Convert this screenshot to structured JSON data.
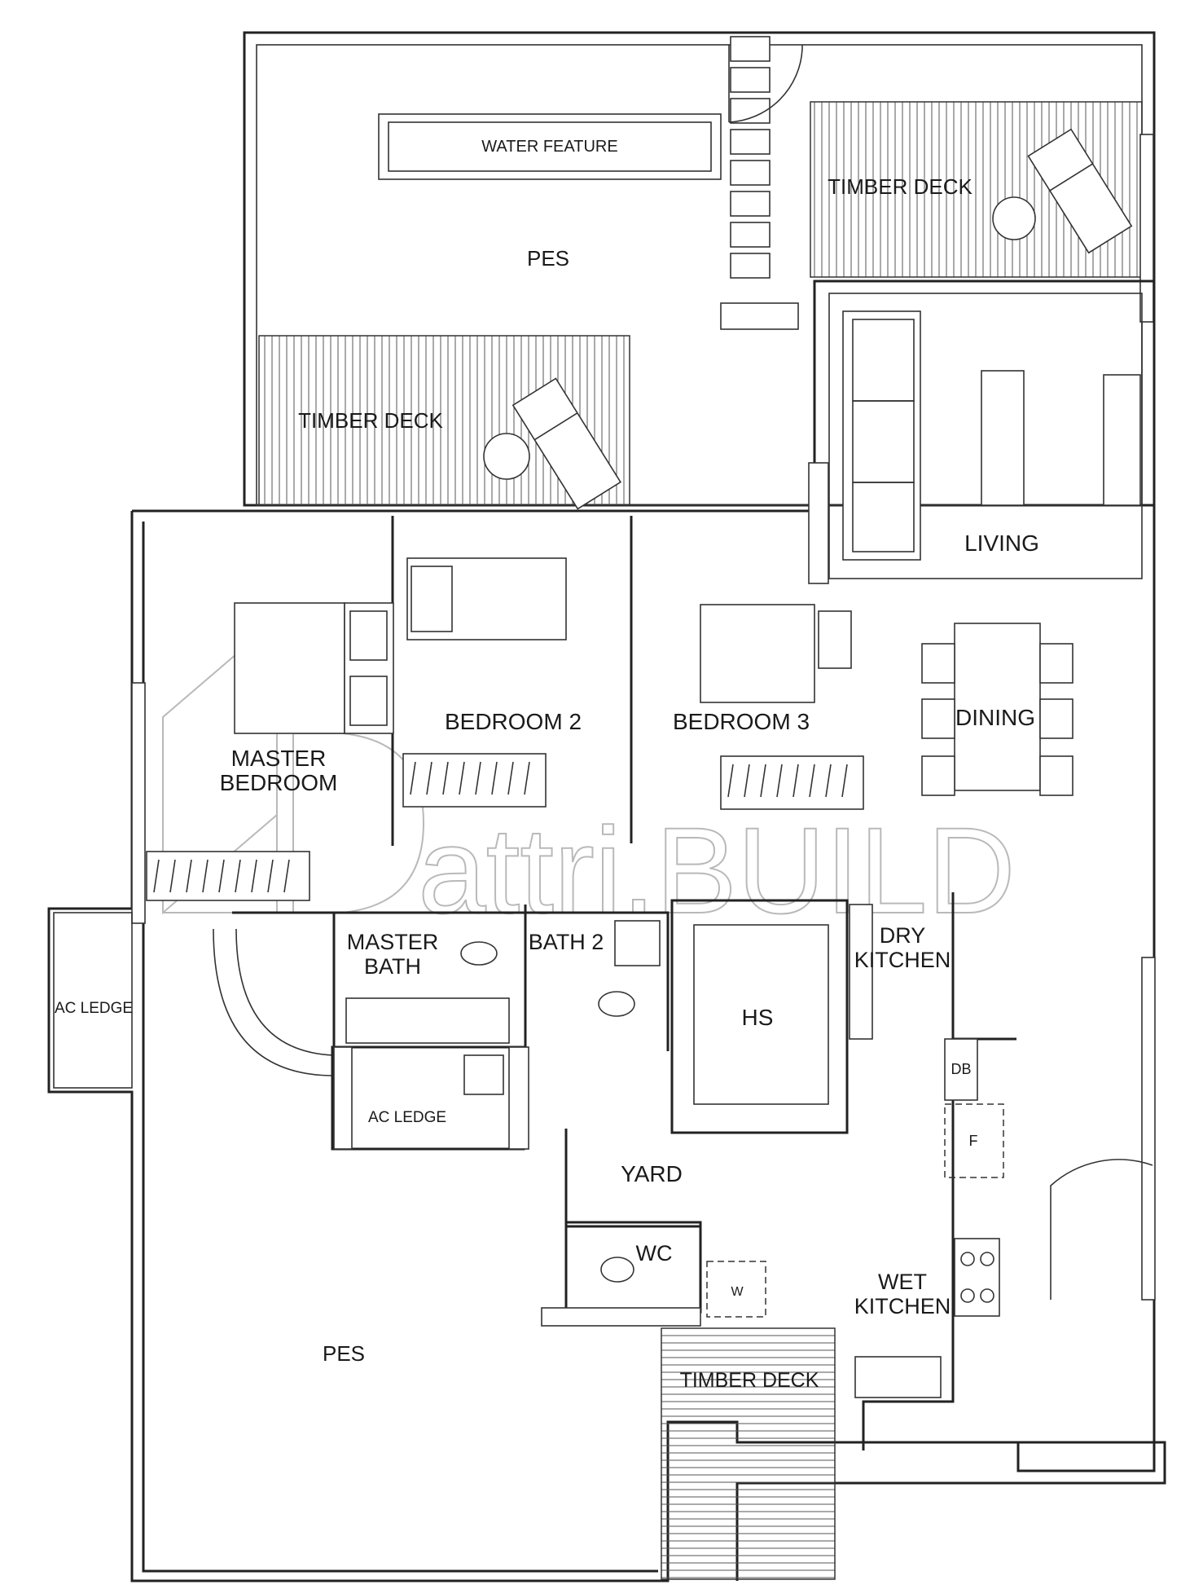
{
  "rooms": {
    "water_feature": "WATER FEATURE",
    "pes_top": "PES",
    "timber_deck_top_right": "TIMBER DECK",
    "timber_deck_top_left": "TIMBER DECK",
    "living": "LIVING",
    "dining": "DINING",
    "bedroom_2": "BEDROOM 2",
    "bedroom_3": "BEDROOM 3",
    "master_bedroom_l1": "MASTER",
    "master_bedroom_l2": "BEDROOM",
    "master_bath_l1": "MASTER",
    "master_bath_l2": "BATH",
    "bath_2": "BATH 2",
    "hs": "HS",
    "dry_kitchen_l1": "DRY",
    "dry_kitchen_l2": "KITCHEN",
    "ac_ledge_left": "AC LEDGE",
    "ac_ledge_mid": "AC LEDGE",
    "db": "DB",
    "fridge": "F",
    "yard": "YARD",
    "wc": "WC",
    "washer": "W",
    "wet_kitchen_l1": "WET",
    "wet_kitchen_l2": "KITCHEN",
    "pes_bottom": "PES",
    "timber_deck_bottom": "TIMBER DECK"
  },
  "watermark": {
    "text": "attri.BUILD",
    "color": "#b9b9b9"
  }
}
